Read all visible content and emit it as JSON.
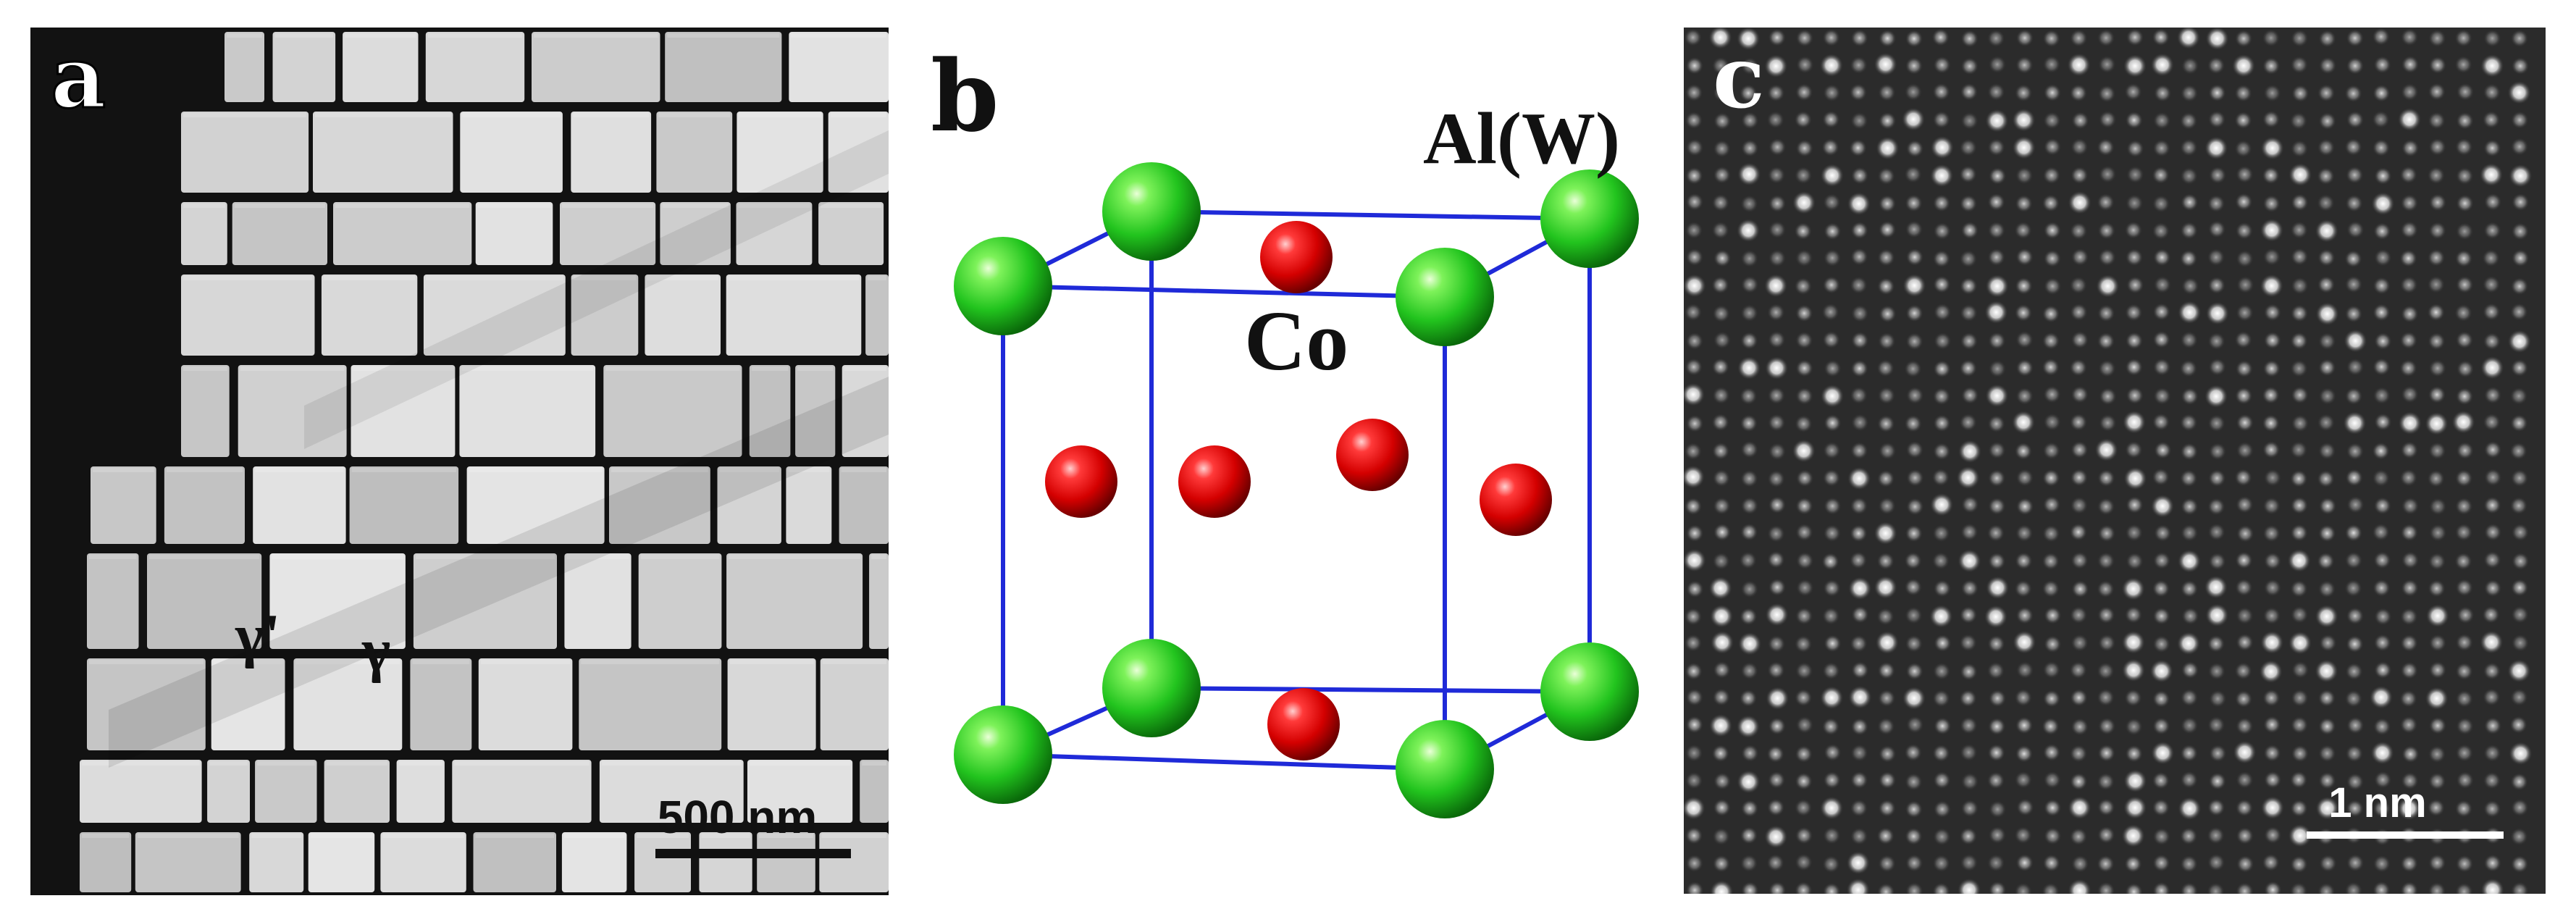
{
  "panels": {
    "a": {
      "letter": "a",
      "phase_labels": [
        "γ'",
        "γ"
      ],
      "scale_bar": "500 nm"
    },
    "b": {
      "letter": "b",
      "corner_atom_label": "Al(W)",
      "face_atom_label": "Co",
      "colors": {
        "corner_atom": "#22c41e",
        "face_atom": "#e00000",
        "bonds": "#1f2ad8"
      }
    },
    "c": {
      "letter": "c",
      "scale_bar": "1 nm"
    }
  }
}
